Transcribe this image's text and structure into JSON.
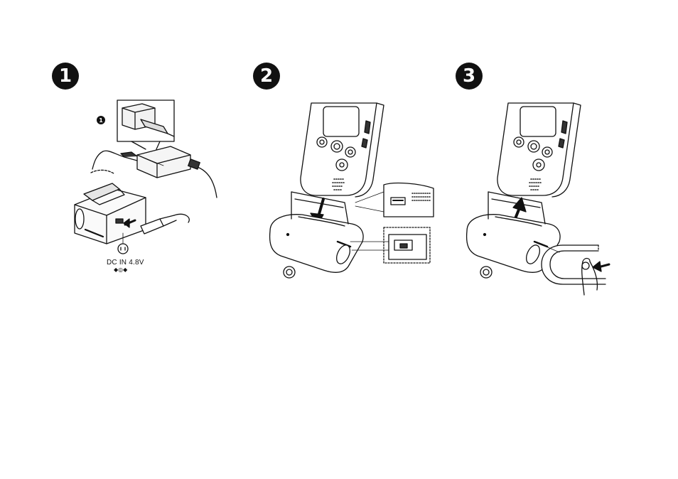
{
  "steps": [
    {
      "number": "1"
    },
    {
      "number": "2"
    },
    {
      "number": "3"
    }
  ],
  "step1": {
    "sub_marker": "1",
    "dc_label": "DC IN 4.8V",
    "polarity_symbol": "◆◎◆"
  },
  "colors": {
    "ink": "#111111",
    "background": "#ffffff"
  }
}
